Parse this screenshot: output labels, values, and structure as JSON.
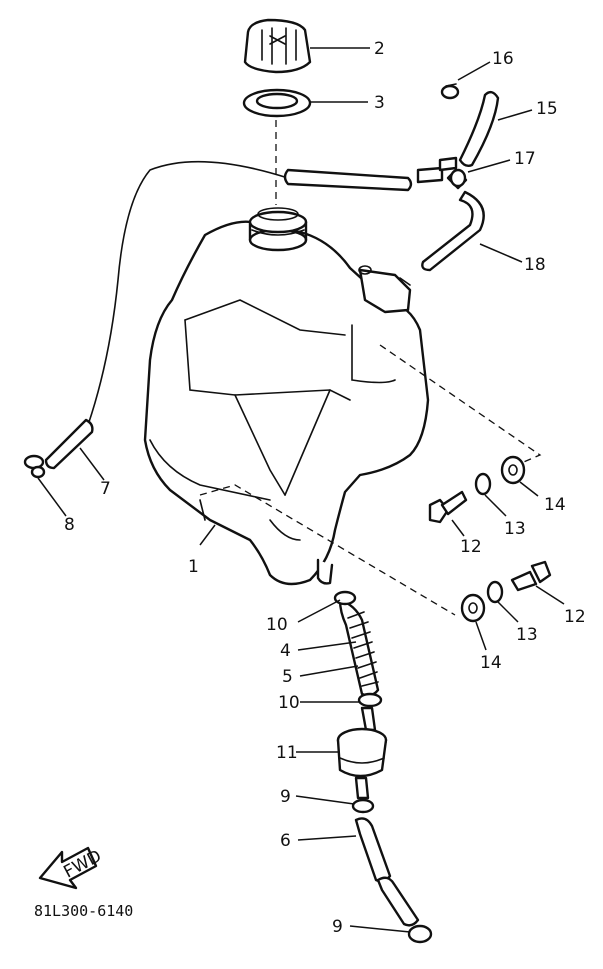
{
  "diagram": {
    "part_numbers": [
      "1",
      "2",
      "3",
      "4",
      "5",
      "6",
      "7",
      "8",
      "9",
      "9",
      "10",
      "10",
      "11",
      "12",
      "12",
      "13",
      "13",
      "14",
      "14",
      "15",
      "16",
      "17",
      "18"
    ],
    "direction_marker": "FWD",
    "drawing_code": "81L300-6140"
  }
}
